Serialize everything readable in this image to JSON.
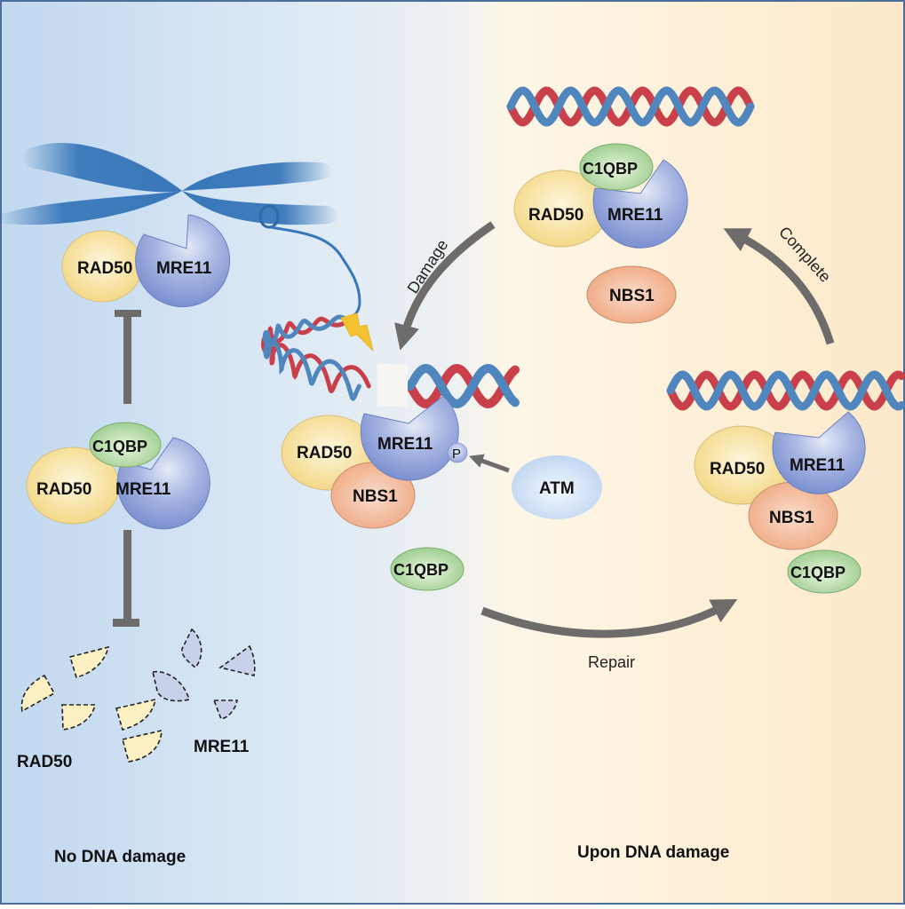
{
  "colors": {
    "bg_left": "#c3d9ef",
    "bg_mid": "#f3f1ec",
    "bg_right": "#fde9c7",
    "frame": "#4a6f9a",
    "rad50": "#f6dd8f",
    "mre11": "#8a9ed6",
    "c1qbp": "#a9d49c",
    "nbs1": "#efac86",
    "atm": "#c9dcf3",
    "dna_red": "#c9404a",
    "dna_blue": "#4f86bd",
    "chromosome": "#3877b9",
    "arrow": "#6e6b6b",
    "lightning": "#f4c230",
    "fragment_rad50": "#fdf0c2",
    "fragment_mre11": "#c9d0ea"
  },
  "left_panel": {
    "title": "No DNA damage",
    "top_complex": {
      "rad50": "RAD50",
      "mre11": "MRE11"
    },
    "middle_complex": {
      "c1qbp": "C1QBP",
      "rad50": "RAD50",
      "mre11": "MRE11"
    },
    "fragments": {
      "rad50_label": "RAD50",
      "mre11_label": "MRE11"
    }
  },
  "right_panel": {
    "title": "Upon DNA damage",
    "top_complex": {
      "c1qbp": "C1QBP",
      "rad50": "RAD50",
      "mre11": "MRE11",
      "nbs1": "NBS1"
    },
    "damage_complex": {
      "rad50": "RAD50",
      "mre11": "MRE11",
      "nbs1": "NBS1",
      "phospho": "P",
      "atm": "ATM",
      "free_c1qbp": "C1QBP"
    },
    "repair_complex": {
      "rad50": "RAD50",
      "mre11": "MRE11",
      "nbs1": "NBS1",
      "c1qbp": "C1QBP"
    },
    "arrows": {
      "damage": "Damage",
      "complete": "Complete",
      "repair": "Repair"
    }
  }
}
